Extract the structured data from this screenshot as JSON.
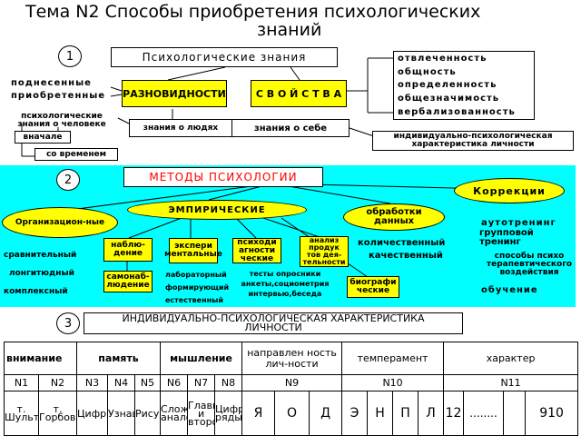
{
  "title_line1": "Тема   N2   Способы   приобретения   психологических",
  "title_line2": "знаний",
  "section_numbers": [
    "1",
    "2",
    "3"
  ],
  "section1": {
    "main_box": "Психологические знания",
    "left_terms": [
      "поднесенные",
      "приобретенные"
    ],
    "varieties": "РАЗНОВИДНОСТИ",
    "properties": "С В О Й С Т В А",
    "properties_list": [
      "отвлеченность",
      "общность",
      "определенность",
      "общезначимость",
      "вербализованность"
    ],
    "knowledge_about_person": "психологические знания о человеке",
    "first": "вначале",
    "over_time": "со временем",
    "knowledge_about_people": "знания о людях",
    "knowledge_about_self": "знания о себе",
    "individual_characteristic": "индивидуально-психологическая характеристика  личности"
  },
  "section2": {
    "methods": "МЕТОДЫ   ПСИХОЛОГИИ",
    "organizational": "Организацион-ные",
    "org_items": [
      "сравнительный",
      "лонгитюдный",
      "комплексный"
    ],
    "empirical": "ЭМПИРИЧЕСКИЕ",
    "observation": "наблю-дение",
    "experimental": "экспери ментальные",
    "psychodiagnostic": "психоди агности ческие",
    "analysis": "анализ продук тов дея-тельности",
    "self_observation": "самонаб-людение",
    "exp_items": "лабораторный формирующий естественный",
    "diag_items": "тесты опросники анкеты,социометрия интервью,беседа",
    "biographical": "биографи ческие",
    "processing": "обработки данных",
    "proc_items": [
      "количественный",
      "качественный"
    ],
    "correction": "Коррекции",
    "corr_items": [
      "аутотренинг",
      "групповой тренинг",
      "способы психо терапевтического воздействия",
      "обучение"
    ]
  },
  "section3": {
    "header": "ИНДИВИДУАЛЬНО-ПСИХОЛОГИЧЕСКАЯ ХАРАКТЕРИСТИКА ЛИЧНОСТИ",
    "groups": {
      "attention": "внимание",
      "memory": "память",
      "thinking": "мышление",
      "personality": "направлен ность лич-ности",
      "temperament": "темперамент",
      "character": "характер"
    },
    "numbers": [
      "N1",
      "N2",
      "N3",
      "N4",
      "N5",
      "N6",
      "N7",
      "N8",
      "N9",
      "N10",
      "N11"
    ],
    "methods": [
      "т. Шульте",
      "т. Горбова",
      "Цифры",
      "Узнавание",
      "Рисунки",
      "Сложные аналогии",
      "Главное и второстеп.",
      "Цифровые ряды"
    ],
    "n9_letters": [
      "Я",
      "О",
      "Д"
    ],
    "n10_letters": [
      "Э",
      "Н",
      "П",
      "Л"
    ],
    "n11_start": "12",
    "n11_dots": "........",
    "n11_end": "910"
  }
}
